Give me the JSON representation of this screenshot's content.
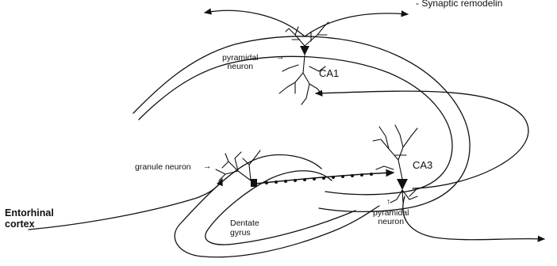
{
  "labels": {
    "top_right_note": "-   Synaptic   remodelin",
    "ca1_pyramidal": "pyramidal\nneuron",
    "ca1": "CA1",
    "ca3": "CA3",
    "granule_neuron": "granule neuron",
    "entorhinal_cortex": "Entorhinal\ncortex",
    "dentate_gyrus": "Dentate\ngyrus",
    "ca3_pyramidal": "pyramidal\nneuron"
  },
  "glyphs": {
    "arrow_right": "→",
    "arrow_up": "↑"
  }
}
